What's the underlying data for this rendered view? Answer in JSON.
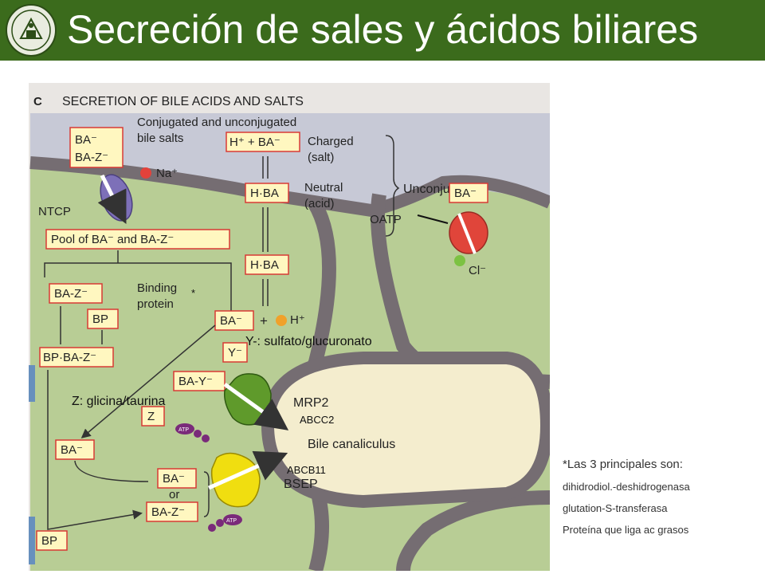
{
  "slide": {
    "title": "Secreción de sales y ácidos biliares",
    "header_color": "#3b6b1c"
  },
  "figure": {
    "panel_letter": "C",
    "panel_title": "SECRETION OF BILE ACIDS AND SALTS",
    "labels": {
      "conj_line1": "Conjugated and unconjugated",
      "conj_line2": "bile salts",
      "ba": "BA⁻",
      "baz": "BA-Z⁻",
      "na": "Na⁺",
      "ntcp": "NTCP",
      "pool": "Pool of BA⁻ and BA-Z⁻",
      "hba_ion": "H⁺ + BA⁻",
      "charged1": "Charged",
      "charged2": "(salt)",
      "unconjugated": "Unconjugated",
      "hba": "H·BA",
      "neutral1": "Neutral",
      "neutral2": "(acid)",
      "hba2": "H·BA",
      "ba_right": "BA⁻",
      "oatp": "OATP",
      "cl": "Cl⁻",
      "baz2": "BA-Z⁻",
      "binding1": "Binding",
      "binding2": "protein",
      "bp": "BP",
      "ba_mid": "BA⁻",
      "plus": "+",
      "h": "H⁺",
      "y": "Y⁻",
      "bpbaz": "BP·BA-Z⁻",
      "bay": "BA-Y⁻",
      "z": "Z",
      "mrp2": "MRP2",
      "bile_canaliculus": "Bile canaliculus",
      "ba_low": "BA⁻",
      "ba_or": "BA⁻",
      "or": "or",
      "baz3": "BA-Z⁻",
      "bsep": "BSEP",
      "atp1": "ATP",
      "atp2": "ATP",
      "bp_bottom": "BP"
    },
    "overlays": {
      "y_note": "Y-: sulfato/glucuronato",
      "z_note": "Z: glicina/taurina",
      "abcc2": "ABCC2",
      "abcb11": "ABCB11",
      "asterisk": "*"
    },
    "colors": {
      "cytoplasm": "#b8cd95",
      "blood": "#c7c9d6",
      "membrane": "#756d72",
      "box_border": "#d83a35",
      "box_fill": "#fff7c0",
      "ntcp": "#7d70b8",
      "oatp": "#e0453a",
      "mrp2": "#5f9a2b",
      "bsep": "#f0de10",
      "canaliculus": "#f4edce"
    }
  },
  "notes": {
    "title": "*Las 3 principales son:",
    "items": [
      "dihidrodiol.-deshidrogenasa",
      "glutation-S-transferasa",
      "Proteína que liga ac grasos"
    ]
  }
}
